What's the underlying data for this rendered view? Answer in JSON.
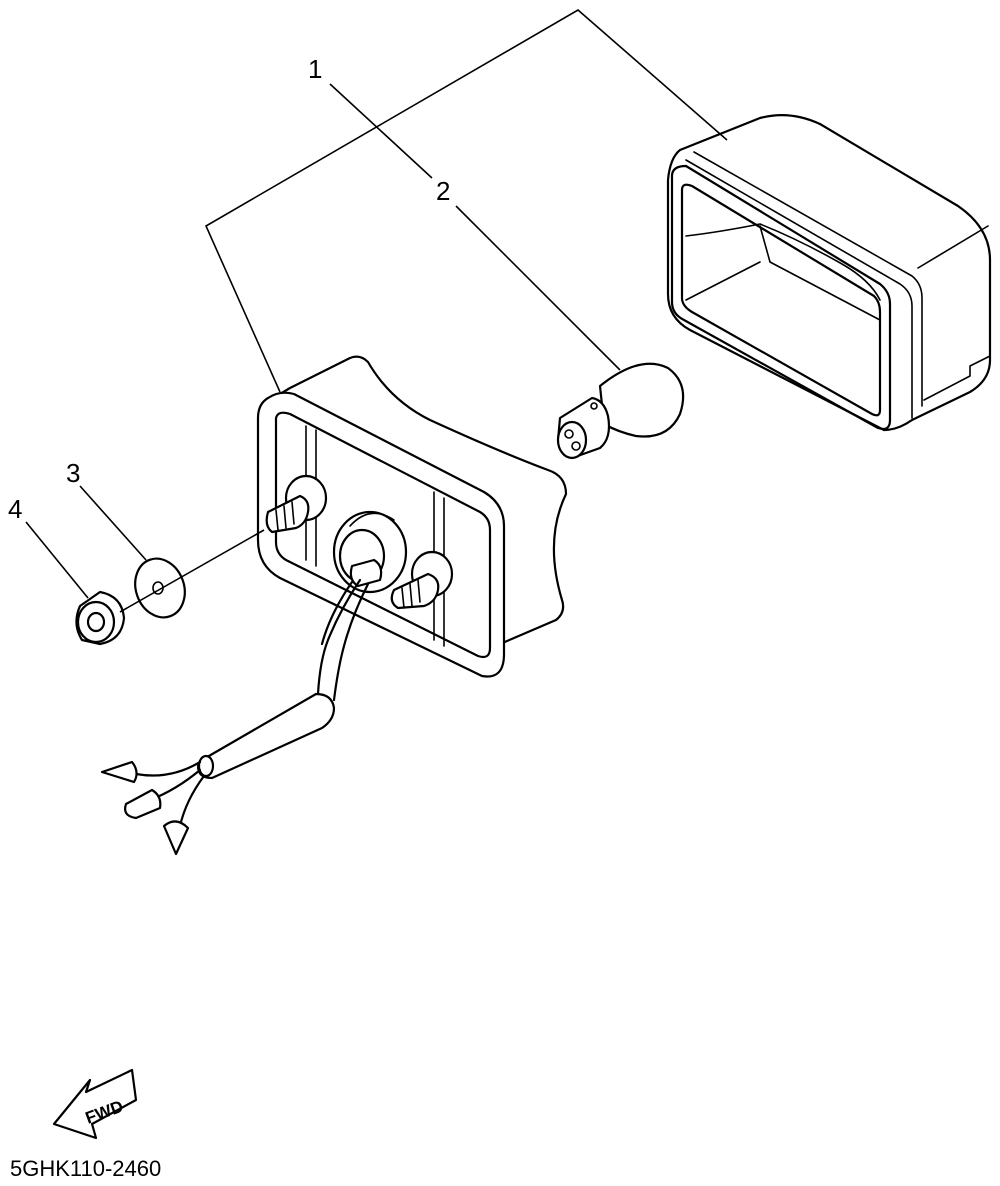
{
  "callouts": [
    {
      "id": "1",
      "label": "1"
    },
    {
      "id": "2",
      "label": "2"
    },
    {
      "id": "3",
      "label": "3"
    },
    {
      "id": "4",
      "label": "4"
    }
  ],
  "fwd_label": "FWD",
  "diagram_code": "5GHK110-2460",
  "colors": {
    "line": "#000000",
    "background": "#ffffff"
  }
}
